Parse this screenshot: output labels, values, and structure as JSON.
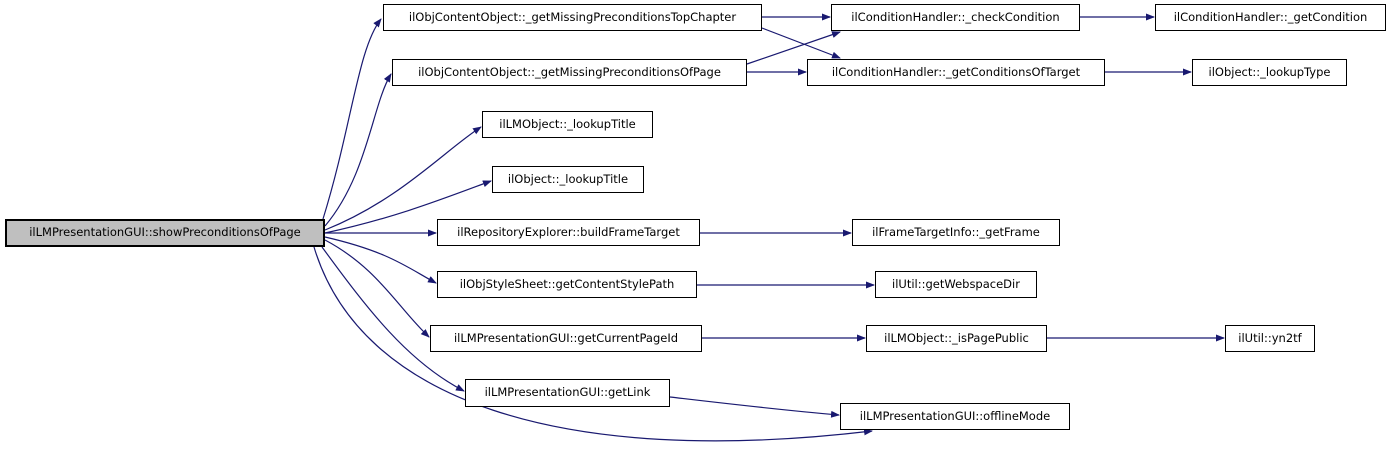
{
  "diagram": {
    "kind": "doxygen-call-graph",
    "colors": {
      "background": "#ffffff",
      "edge": "#191970",
      "node_fill": "#ffffff",
      "node_border": "#000000",
      "focus_node_fill": "#bfbfbf"
    },
    "nodes": {
      "main": {
        "label": "ilLMPresentationGUI::showPreconditionsOfPage",
        "focused": true
      },
      "top_chapter": {
        "label": "ilObjContentObject::_getMissingPreconditionsTopChapter"
      },
      "of_page": {
        "label": "ilObjContentObject::_getMissingPreconditionsOfPage"
      },
      "check_condition": {
        "label": "ilConditionHandler::_checkCondition"
      },
      "get_condition": {
        "label": "ilConditionHandler::_getCondition"
      },
      "conditions_of_target": {
        "label": "ilConditionHandler::_getConditionsOfTarget"
      },
      "lookup_type": {
        "label": "ilObject::_lookupType"
      },
      "lm_lookup_title": {
        "label": "ilLMObject::_lookupTitle"
      },
      "obj_lookup_title": {
        "label": "ilObject::_lookupTitle"
      },
      "build_frame_target": {
        "label": "ilRepositoryExplorer::buildFrameTarget"
      },
      "get_frame": {
        "label": "ilFrameTargetInfo::_getFrame"
      },
      "get_content_style_path": {
        "label": "ilObjStyleSheet::getContentStylePath"
      },
      "get_webspace_dir": {
        "label": "ilUtil::getWebspaceDir"
      },
      "get_current_page_id": {
        "label": "ilLMPresentationGUI::getCurrentPageId"
      },
      "is_page_public": {
        "label": "ilLMObject::_isPagePublic"
      },
      "yn2tf": {
        "label": "ilUtil::yn2tf"
      },
      "get_link": {
        "label": "ilLMPresentationGUI::getLink"
      },
      "offline_mode": {
        "label": "ilLMPresentationGUI::offlineMode"
      }
    },
    "edges": [
      {
        "from": "main",
        "to": "top_chapter"
      },
      {
        "from": "main",
        "to": "of_page"
      },
      {
        "from": "main",
        "to": "lm_lookup_title"
      },
      {
        "from": "main",
        "to": "obj_lookup_title"
      },
      {
        "from": "main",
        "to": "build_frame_target"
      },
      {
        "from": "main",
        "to": "get_content_style_path"
      },
      {
        "from": "main",
        "to": "get_current_page_id"
      },
      {
        "from": "main",
        "to": "get_link"
      },
      {
        "from": "main",
        "to": "offline_mode"
      },
      {
        "from": "top_chapter",
        "to": "check_condition"
      },
      {
        "from": "top_chapter",
        "to": "conditions_of_target"
      },
      {
        "from": "of_page",
        "to": "check_condition"
      },
      {
        "from": "of_page",
        "to": "conditions_of_target"
      },
      {
        "from": "check_condition",
        "to": "get_condition"
      },
      {
        "from": "conditions_of_target",
        "to": "lookup_type"
      },
      {
        "from": "build_frame_target",
        "to": "get_frame"
      },
      {
        "from": "get_content_style_path",
        "to": "get_webspace_dir"
      },
      {
        "from": "get_current_page_id",
        "to": "is_page_public"
      },
      {
        "from": "is_page_public",
        "to": "yn2tf"
      },
      {
        "from": "get_link",
        "to": "offline_mode"
      }
    ]
  }
}
